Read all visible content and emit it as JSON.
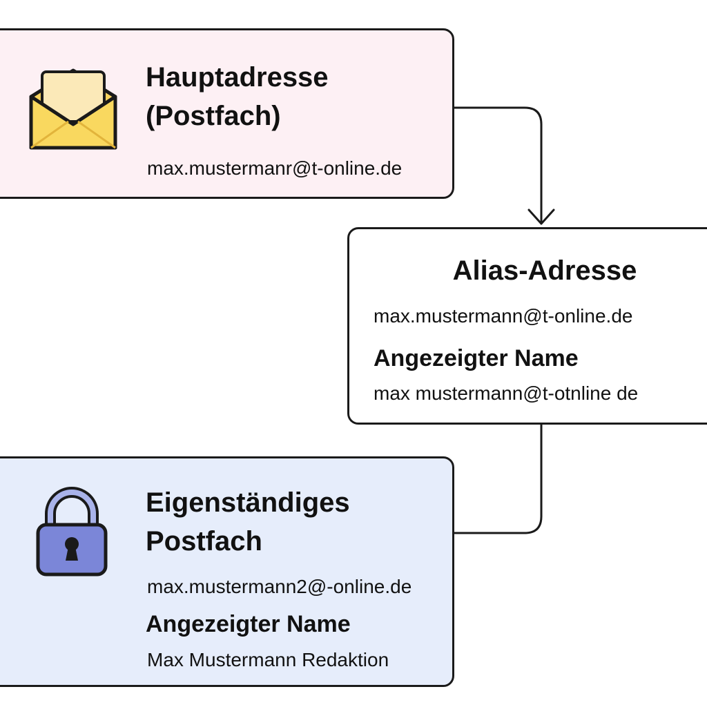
{
  "main_mailbox": {
    "title_line1": "Hauptadresse",
    "title_line2": "(Postfach)",
    "email": "max.mustermanr@t-online.de",
    "icon": "open-envelope-icon",
    "background": "#fdf0f4"
  },
  "alias": {
    "title": "Alias-Adresse",
    "email": "max.mustermann@t-online.de",
    "display_name_label": "Angezeigter Name",
    "display_name_value": "max mustermann@t-otnline de",
    "background": "#ffffff"
  },
  "own_mailbox": {
    "title_line1": "Eigenständiges",
    "title_line2": "Postfach",
    "email": "max.mustermann2@-online.de",
    "display_name_label": "Angezeigter Name",
    "display_name_value": "Max Mustermann Redaktion",
    "icon": "padlock-icon",
    "background": "#e6edfb"
  },
  "colors": {
    "border": "#1a1a1a",
    "envelope_fill": "#f7d35e",
    "envelope_letter": "#fbe9b8",
    "lock_body": "#7b86d8",
    "lock_shackle": "#a9b3ea"
  }
}
